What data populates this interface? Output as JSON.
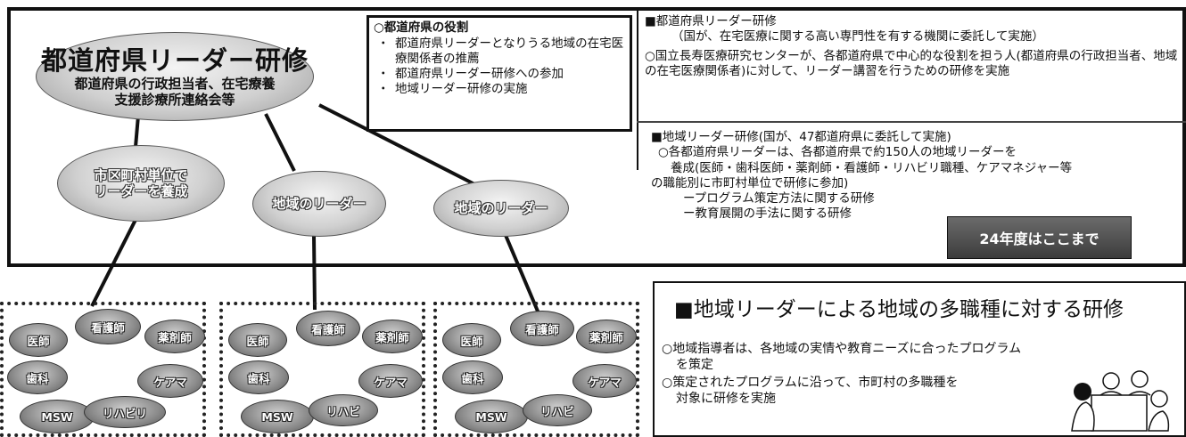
{
  "prefectural_training": {
    "title": "都道府県リーダー研修",
    "subtitle_line1": "都道府県の行政担当者、在宅療養",
    "subtitle_line2": "支援診療所連絡会等"
  },
  "leaders": {
    "municipal": [
      "市区町村単位で",
      "リーダーを養成"
    ],
    "local_1": "地域のリーダー",
    "local_2": "地域のリーダー"
  },
  "role_box": {
    "title": "○都道府県の役割",
    "items": [
      "都道府県リーダーとなりうる地域の在宅医療関係者の推薦",
      "都道府県リーダー研修への参加",
      "地域リーダー研修の実施"
    ]
  },
  "pref_leader_section": {
    "heading": "■都道府県リーダー研修",
    "note": "（国が、在宅医療に関する高い専門性を有する機関に委託して実施）",
    "body": "○国立長寿医療研究センターが、各都道府県で中心的な役割を担う人(都道府県の行政担当者、地域の在宅医療関係者)に対して、リーダー講習を行うための研修を実施"
  },
  "local_leader_section": {
    "heading": "■地域リーダー研修(国が、47都道府県に委託して実施)",
    "line1": "○各都道府県リーダーは、各都道府県で約150人の地域リーダーを",
    "line2": "養成(医師・歯科医師・薬剤師・看護師・リハビリ職種、ケアマネジャー等",
    "line3": "の職能別に市町村単位で研修に参加)",
    "sub1": "ープログラム策定方法に関する研修",
    "sub2": "ー教育展開の手法に関する研修",
    "banner": "24年度はここまで"
  },
  "groups": [
    {
      "items": [
        "医師",
        "看護師",
        "薬剤師",
        "歯科",
        "ケアマ",
        "MSW",
        "リハビリ"
      ]
    },
    {
      "items": [
        "医師",
        "看護師",
        "薬剤師",
        "歯科",
        "ケアマ",
        "MSW",
        "リハビ"
      ]
    },
    {
      "items": [
        "医師",
        "看護師",
        "薬剤師",
        "歯科",
        "ケアマ",
        "MSW",
        "リハビ"
      ]
    }
  ],
  "multi_training": {
    "title": "■地域リーダーによる地域の多職種に対する研修",
    "line1": "○地域指導者は、各地域の実情や教育ニーズに合ったプログラム",
    "line2": "を策定",
    "line3": "○策定されたプログラムに沿って、市町村の多職種を",
    "line4": "対象に研修を実施"
  },
  "colors": {
    "frame": "#111111",
    "oval_fill": "#c8c8c8",
    "banner": "#4a4a4a"
  }
}
